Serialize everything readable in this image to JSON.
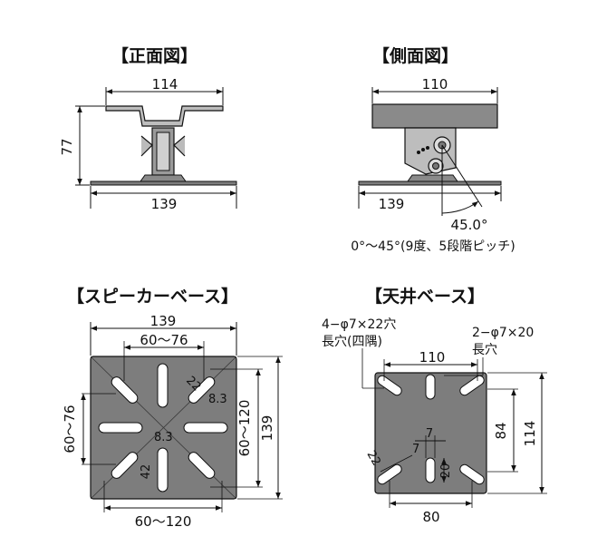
{
  "titles": {
    "front": "【正面図】",
    "side": "【側面図】",
    "speaker_base": "【スピーカーベース】",
    "ceiling_base": "【天井ベース】"
  },
  "front": {
    "top_width": "114",
    "height": "77",
    "base_width": "139"
  },
  "side": {
    "top_width": "110",
    "base_width": "139",
    "angle": "45.0°",
    "tilt_note": "0°～45°(9度、5段階ピッチ)"
  },
  "speaker": {
    "width": "139",
    "height": "139",
    "inner_top": "60～76",
    "inner_bottom": "60～120",
    "left_range": "60～76",
    "right_range": "60～120",
    "slot_len": "22",
    "slot_w": "8.3",
    "center_w": "8.3",
    "center_len": "42"
  },
  "ceiling": {
    "hole_note_1": "4−φ7×22穴",
    "hole_note_2": "長穴(四隅)",
    "hole_note_3": "2−φ7×20",
    "hole_note_4": "長穴",
    "top_width": "110",
    "bottom_width": "80",
    "height_outer": "114",
    "height_inner": "84",
    "slot_len": "22",
    "slot_w": "7",
    "center_w": "7",
    "center_len": "20"
  },
  "colors": {
    "plate": "#7d7d7d",
    "plate_dark": "#555555",
    "line": "#111111"
  }
}
